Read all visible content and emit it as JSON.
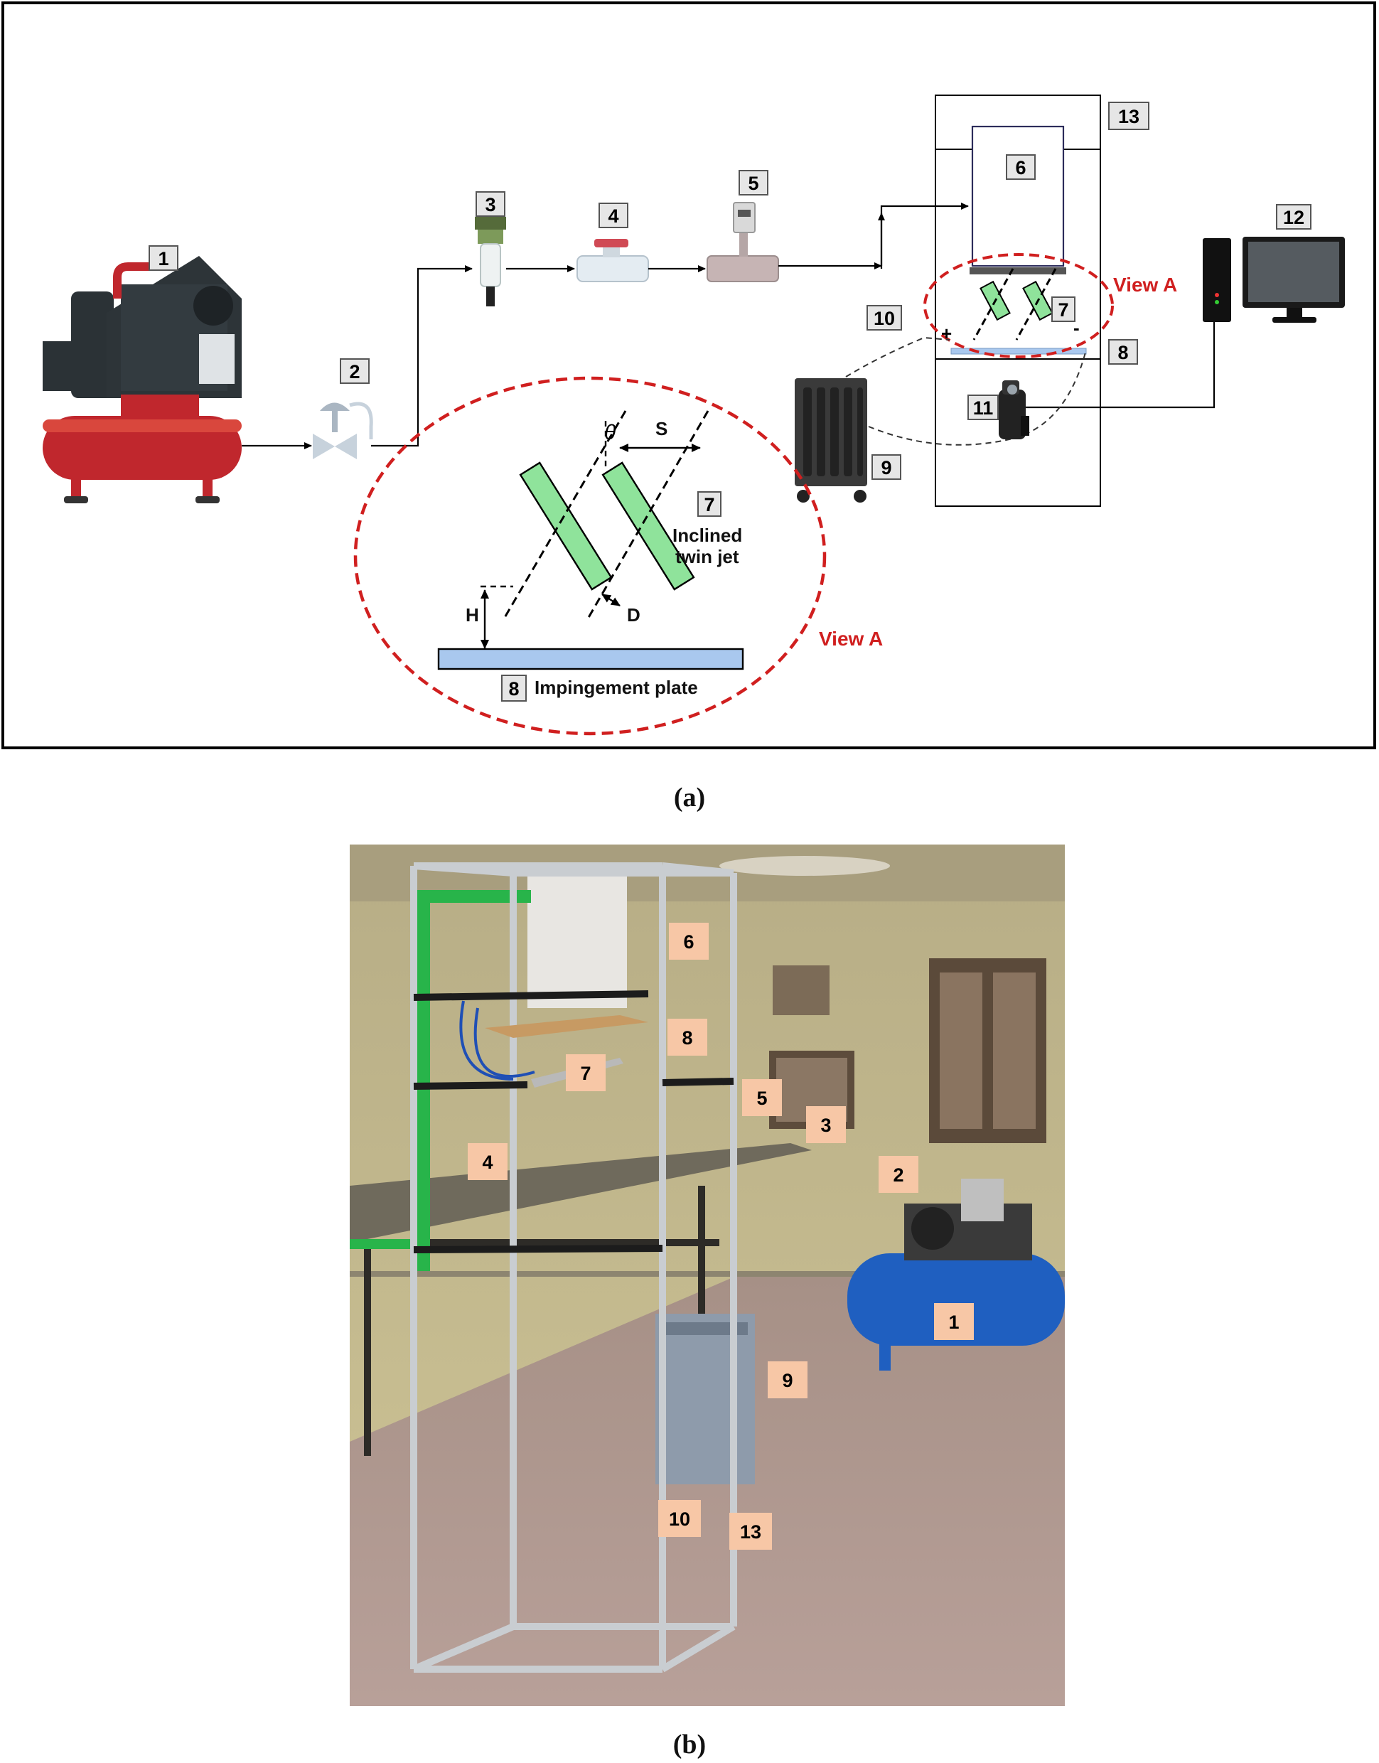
{
  "panel_a": {
    "caption": "(a)",
    "component_numbers": [
      "1",
      "2",
      "3",
      "4",
      "5",
      "6",
      "7",
      "8",
      "9",
      "10",
      "11",
      "12",
      "13"
    ],
    "view_label": "View A",
    "polarity_plus": "+",
    "polarity_minus": "-",
    "detail": {
      "theta": "θ",
      "s": "S",
      "h": "H",
      "d": "D",
      "jet_number": "7",
      "jet_label_line1": "Inclined",
      "jet_label_line2": "twin jet",
      "plate_number": "8",
      "plate_label": "Impingement plate"
    },
    "colors": {
      "view_circle": "#d01f1f",
      "jet_fill": "#8fe39b",
      "plate_fill": "#a9c8ee",
      "compressor": "#c0272d"
    }
  },
  "panel_b": {
    "caption": "(b)",
    "photo_labels": [
      "6",
      "8",
      "7",
      "5",
      "3",
      "4",
      "2",
      "1",
      "9",
      "10",
      "13"
    ],
    "label_color": "#f7c7a6"
  }
}
